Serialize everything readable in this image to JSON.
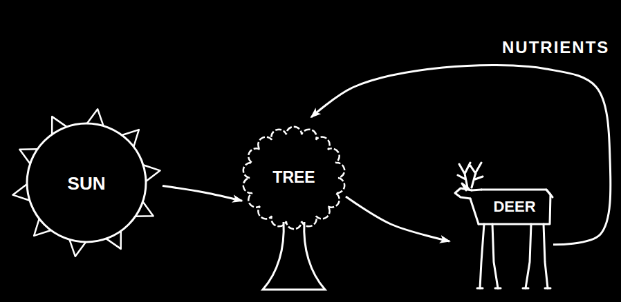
{
  "diagram": {
    "nodes": [
      {
        "text": [
          "SUN"
        ]
      },
      {
        "text": [
          "TREE"
        ]
      },
      {
        "text": [
          "DEER"
        ]
      }
    ],
    "edges": [
      {
        "from": 0,
        "to": 1,
        "arrow": "to"
      },
      {
        "from": 1,
        "to": 2,
        "arrow": "to"
      },
      {
        "from": 2,
        "to": 1,
        "label": "NUTRIENTS",
        "arrow": "to"
      }
    ]
  }
}
